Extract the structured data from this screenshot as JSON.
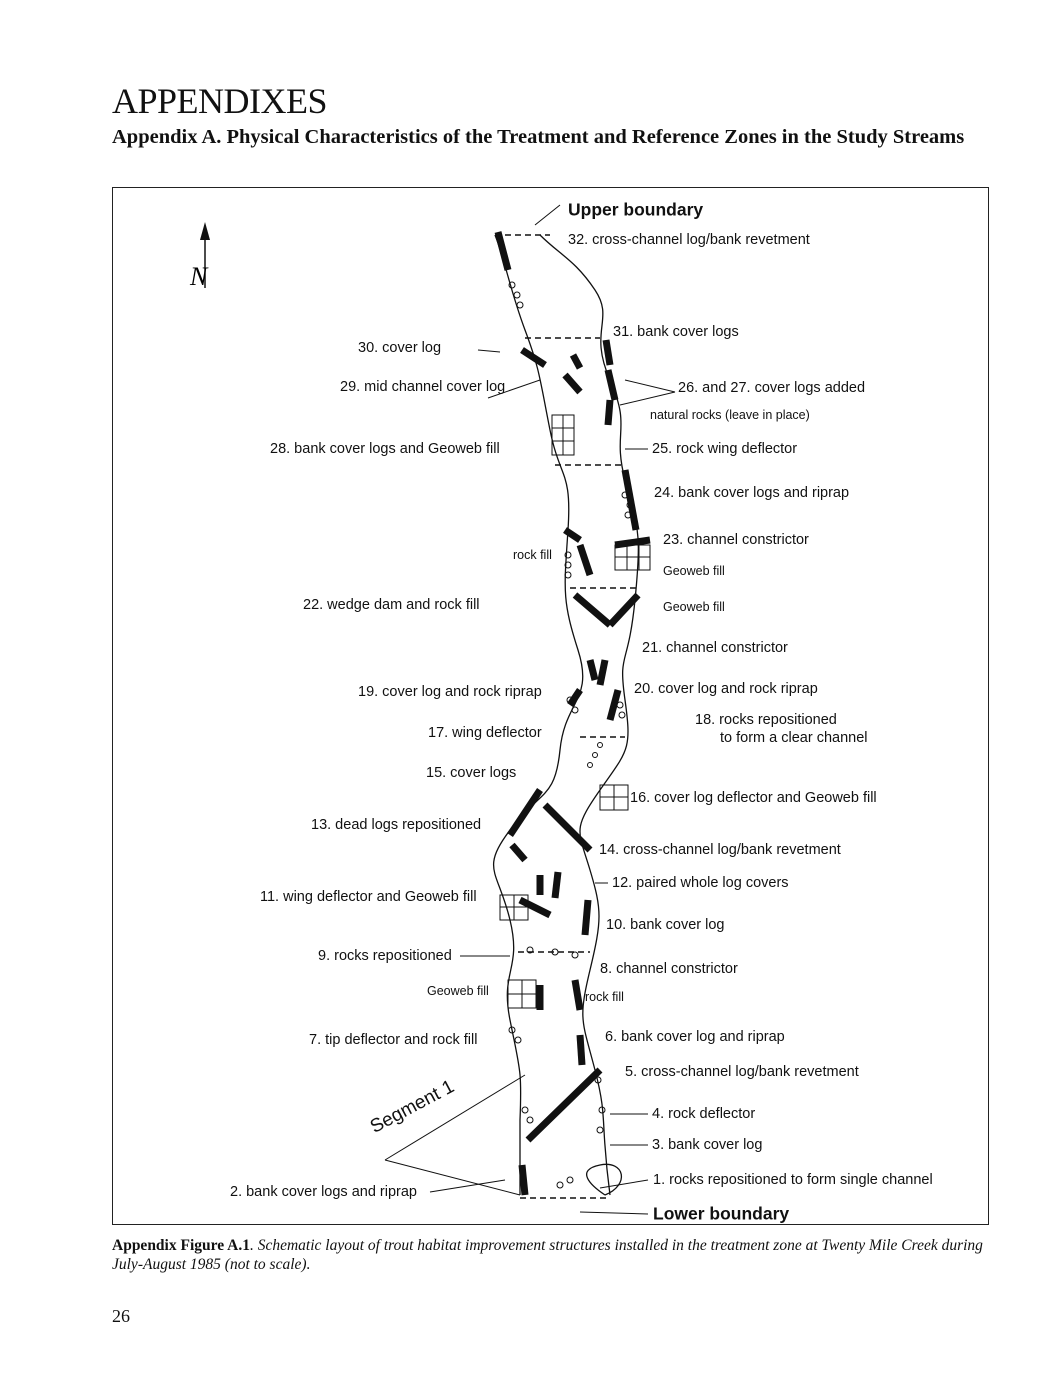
{
  "header": {
    "section_title": "APPENDIXES",
    "appendix_title": "Appendix A.  Physical Characteristics of the Treatment and Reference Zones in the Study Streams"
  },
  "figure": {
    "north_label": "N",
    "segment_label": "Segment 1",
    "labels": {
      "upper_boundary": "Upper boundary",
      "l32": "32. cross-channel log/bank revetment",
      "l31": "31. bank cover logs",
      "l30": "30. cover log",
      "l29": "29. mid channel cover log",
      "l26_27": "26. and 27. cover logs added",
      "natural_rocks": "natural rocks (leave in place)",
      "l28": "28. bank cover logs and Geoweb fill",
      "l25": "25. rock wing deflector",
      "l24": "24. bank cover logs and riprap",
      "l23": "23. channel constrictor",
      "rock_fill_a": "rock fill",
      "geoweb_fill_a": "Geoweb fill",
      "l22": "22. wedge dam and rock fill",
      "geoweb_fill_b": "Geoweb fill",
      "l21": "21. channel constrictor",
      "l19": "19. cover log and rock riprap",
      "l20": "20. cover log and rock riprap",
      "l18_a": "18. rocks repositioned",
      "l18_b": "to form a clear channel",
      "l17": "17. wing deflector",
      "l15": "15. cover logs",
      "l16": "16. cover log deflector and Geoweb fill",
      "l13": "13. dead logs repositioned",
      "l14": "14. cross-channel log/bank revetment",
      "l12": "12. paired whole log covers",
      "l11": "11. wing deflector and Geoweb fill",
      "l10": "10. bank cover log",
      "l9": "9. rocks repositioned",
      "l8": "8. channel constrictor",
      "geoweb_fill_c": "Geoweb fill",
      "rock_fill_b": "rock fill",
      "l7": "7. tip deflector and rock fill",
      "l6": "6. bank cover log and riprap",
      "l5": "5. cross-channel log/bank revetment",
      "l4": "4. rock deflector",
      "l3": "3. bank cover log",
      "l1": "1. rocks repositioned to form single channel",
      "l2": "2. bank cover logs and riprap",
      "lower_boundary": "Lower boundary"
    }
  },
  "caption": {
    "figure_label": "Appendix Figure A.1",
    "text": ". Schematic layout of trout habitat improvement structures installed in the treatment zone at Twenty Mile Creek during July-August 1985 (not to scale)."
  },
  "page_number": "26"
}
